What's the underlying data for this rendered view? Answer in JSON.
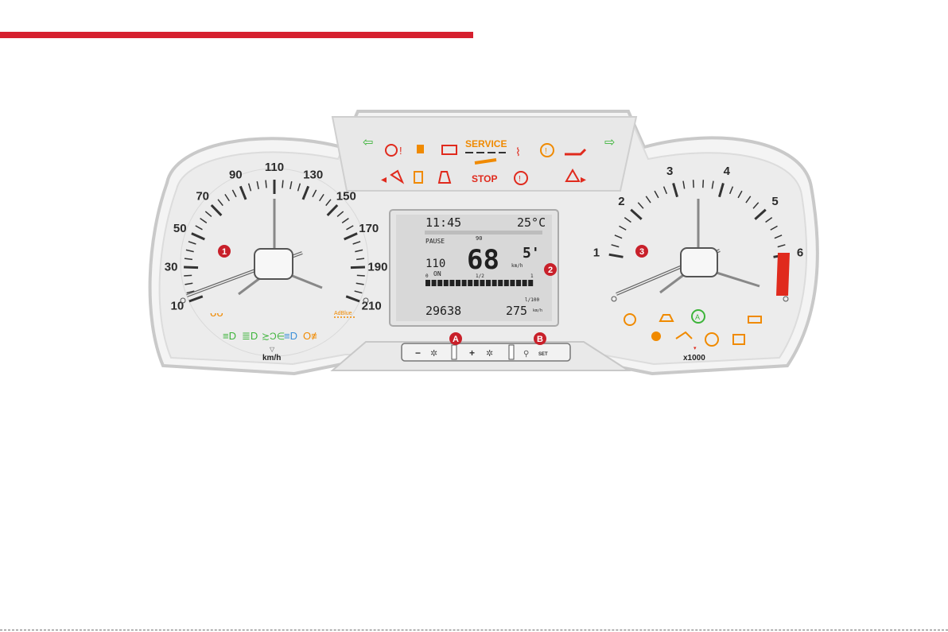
{
  "colors": {
    "accent_red": "#d6202f",
    "warning_orange": "#f08a00",
    "alert_red": "#e02a1d",
    "indicator_green": "#3db43a",
    "info_blue": "#3a8fd8",
    "panel_bg": "#ececec"
  },
  "speedometer": {
    "ticks": [
      "10",
      "30",
      "50",
      "70",
      "90",
      "110",
      "130",
      "150",
      "170",
      "190",
      "210"
    ],
    "unit": "km/h",
    "callout": "1"
  },
  "tachometer": {
    "ticks": [
      "1",
      "2",
      "3",
      "4",
      "5",
      "6"
    ],
    "unit": "x1000",
    "callout": "3"
  },
  "warning_panel": {
    "service_label": "SERVICE",
    "stop_label": "STOP"
  },
  "lcd": {
    "clock": "11:45",
    "outside_temp": "25°C",
    "pause_label": "PAUSE",
    "limit_value": "90",
    "set_speed": "110",
    "on_label": "ON",
    "current_speed": "68",
    "speed_unit": "km/h",
    "elapsed_label": "5'",
    "gauge_start": "0",
    "gauge_half": "1/2",
    "gauge_full": "1",
    "odometer": "29638",
    "range": "275",
    "range_unit": "km/h",
    "consumption_unit": "l/100",
    "callout": "2"
  },
  "controls": {
    "minus_label": "−",
    "plus_label": "+",
    "set_label": "SET",
    "callout_a": "A",
    "callout_b": "B"
  },
  "left_indicators": {
    "adblue_label": "AdBlue"
  }
}
